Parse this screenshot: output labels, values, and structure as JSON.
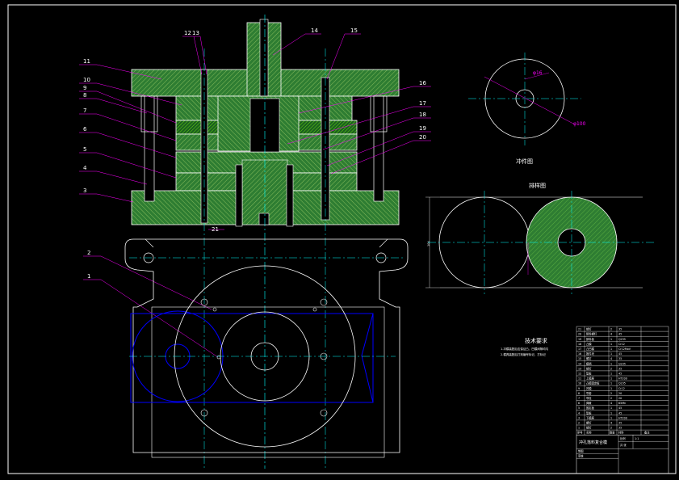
{
  "colors": {
    "background": "#000000",
    "outline": "#ffffff",
    "hatch_green": "#2e7d32",
    "hatch_line": "#9ccc65",
    "centerline": "#00ffff",
    "leader": "#ff00ff",
    "strip_blue": "#0000ff",
    "strip_hatch": "#66bb44"
  },
  "part_numbers_left": [
    "11",
    "10",
    "9",
    "8",
    "7",
    "6",
    "5",
    "4",
    "3",
    "2",
    "1"
  ],
  "part_numbers_top": [
    "12",
    "13",
    "14",
    "15"
  ],
  "part_numbers_right": [
    "16",
    "17",
    "18",
    "19",
    "20"
  ],
  "part_number_bottom": "21",
  "views": {
    "punch_part_label": "冲件图",
    "layout_label": "排样图",
    "tech_title": "技术要求",
    "tech_line1": "1.冲模装配后应保证凸、凹模间隙均匀",
    "tech_line2": "2.模具装配后打刻编号标记，打标记"
  },
  "bom": {
    "rows": [
      {
        "no": "21",
        "name": "销钉",
        "qty": "2",
        "mat": "35"
      },
      {
        "no": "20",
        "name": "卸料螺钉",
        "qty": "4",
        "mat": "45"
      },
      {
        "no": "19",
        "name": "卸料板",
        "qty": "1",
        "mat": "Q235"
      },
      {
        "no": "18",
        "name": "凸模",
        "qty": "1",
        "mat": "Cr12"
      },
      {
        "no": "17",
        "name": "凸凹模",
        "qty": "1",
        "mat": "Cr12MoV"
      },
      {
        "no": "16",
        "name": "推件块",
        "qty": "1",
        "mat": "45"
      },
      {
        "no": "15",
        "name": "螺钉",
        "qty": "4",
        "mat": "35"
      },
      {
        "no": "14",
        "name": "模柄",
        "qty": "1",
        "mat": "Q235"
      },
      {
        "no": "13",
        "name": "销钉",
        "qty": "2",
        "mat": "35"
      },
      {
        "no": "12",
        "name": "垫板",
        "qty": "1",
        "mat": "45"
      },
      {
        "no": "11",
        "name": "上模座",
        "qty": "1",
        "mat": "HT200"
      },
      {
        "no": "10",
        "name": "凸模固定板",
        "qty": "1",
        "mat": "Q235"
      },
      {
        "no": "9",
        "name": "凹模",
        "qty": "1",
        "mat": "Cr12"
      },
      {
        "no": "8",
        "name": "导套",
        "qty": "2",
        "mat": "20"
      },
      {
        "no": "7",
        "name": "导柱",
        "qty": "2",
        "mat": "20"
      },
      {
        "no": "6",
        "name": "弹簧",
        "qty": "4",
        "mat": "65Mn"
      },
      {
        "no": "5",
        "name": "固定板",
        "qty": "1",
        "mat": "45"
      },
      {
        "no": "4",
        "name": "垫板",
        "qty": "1",
        "mat": "45"
      },
      {
        "no": "3",
        "name": "下模座",
        "qty": "1",
        "mat": "HT200"
      },
      {
        "no": "2",
        "name": "螺钉",
        "qty": "4",
        "mat": "35"
      },
      {
        "no": "1",
        "name": "销钉",
        "qty": "2",
        "mat": "35"
      }
    ],
    "header": {
      "no": "序号",
      "name": "名称",
      "qty": "数量",
      "mat": "材料",
      "note": "备注"
    },
    "title": "冲孔落料复合模",
    "scale_label": "比例",
    "scale_value": "1:1",
    "sheet_label": "共 张",
    "drawn_label": "制图",
    "check_label": "审核"
  }
}
